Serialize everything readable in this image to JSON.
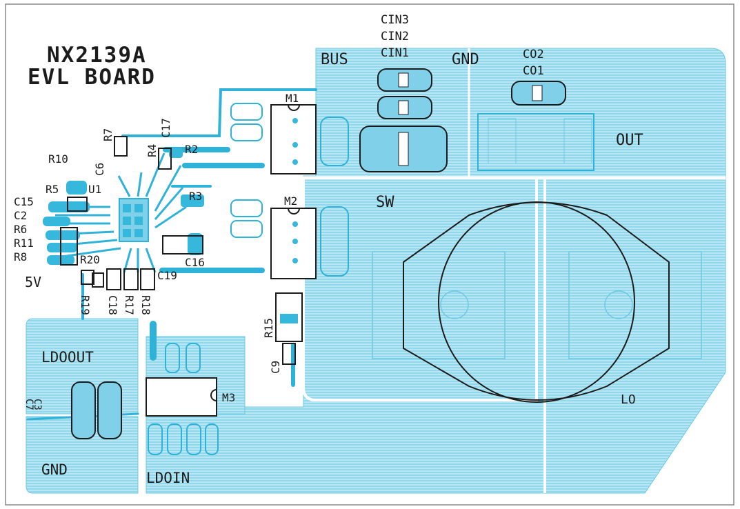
{
  "board": {
    "title_line1": "NX2139A",
    "title_line2": "EVL BOARD"
  },
  "nets": {
    "bus": "BUS",
    "gnd_top": "GND",
    "out": "OUT",
    "sw": "SW",
    "lo": "LO",
    "ldoout": "LDOOUT",
    "gnd_bottom": "GND",
    "ldoin": "LDOIN",
    "sv": "5V"
  },
  "refdes": {
    "cin3": "CIN3",
    "cin2": "CIN2",
    "cin1": "CIN1",
    "co2": "CO2",
    "co1": "CO1",
    "m1": "M1",
    "m2": "M2",
    "m3": "M3",
    "u1": "U1",
    "r7": "R7",
    "c17": "C17",
    "r4": "R4",
    "r2": "R2",
    "r10": "R10",
    "c6": "C6",
    "r5": "R5",
    "c15": "C15",
    "c2": "C2",
    "r6": "R6",
    "r11": "R11",
    "r8": "R8",
    "r3": "R3",
    "c16": "C16",
    "r20": "R20",
    "c19": "C19",
    "r19": "R19",
    "c18": "C18",
    "r17": "R17",
    "r18": "R18",
    "r15": "R15",
    "c9": "C9",
    "c7": "C7",
    "c3": "C3"
  },
  "colors": {
    "copper": "#8fd6ea",
    "trace": "#2fb2d8",
    "pad": "#36b8dc",
    "silkscreen": "#1b1b1b",
    "hatch": "#5cc4e2",
    "background": "#ffffff"
  }
}
